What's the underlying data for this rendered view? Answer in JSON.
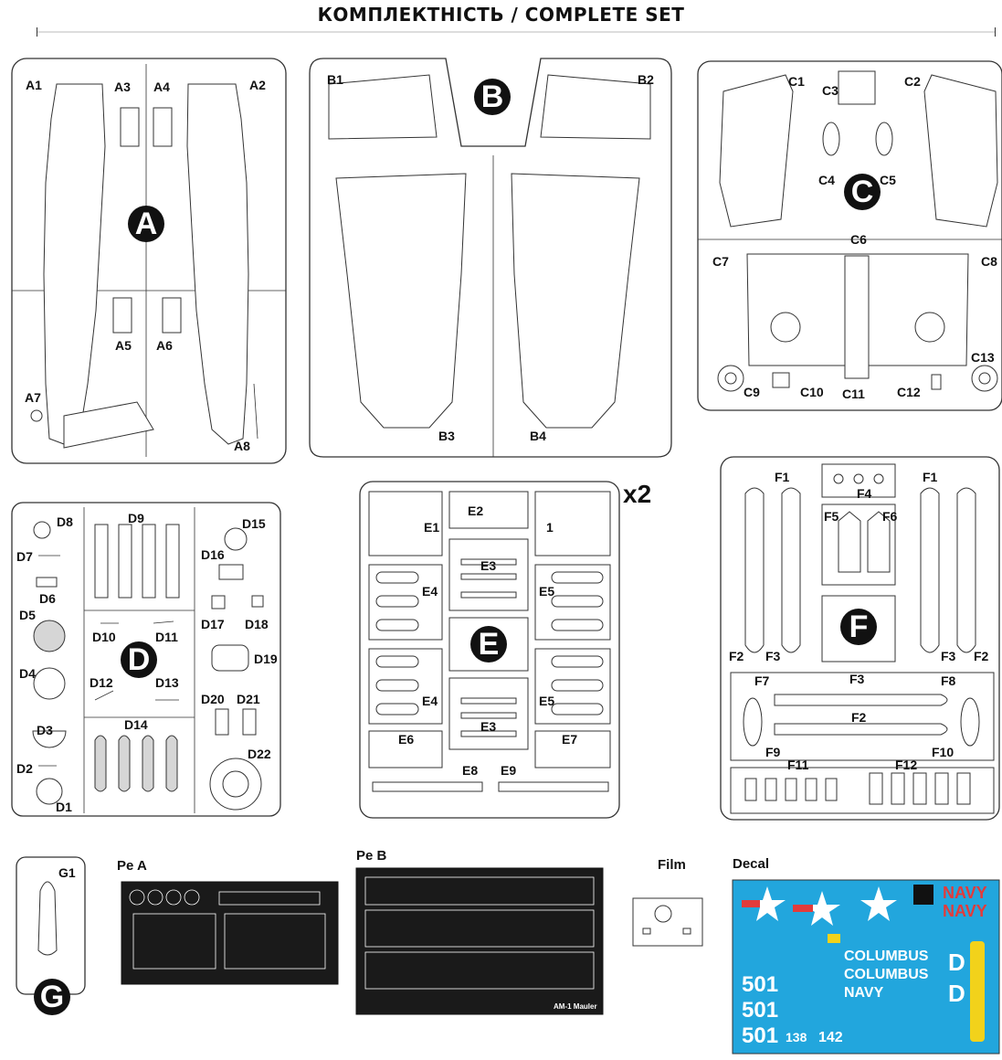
{
  "title": "КОМПЛЕКТНІСТЬ / COMPLETE SET",
  "sprues": {
    "A": {
      "letter": "A",
      "labels": [
        "A1",
        "A2",
        "A3",
        "A4",
        "A5",
        "A6",
        "A7",
        "A8"
      ]
    },
    "B": {
      "letter": "B",
      "labels": [
        "B1",
        "B2",
        "B3",
        "B4"
      ]
    },
    "C": {
      "letter": "C",
      "labels": [
        "C1",
        "C2",
        "C3",
        "C4",
        "C5",
        "C6",
        "C7",
        "C8",
        "C9",
        "C10",
        "C11",
        "C12",
        "C13"
      ]
    },
    "D": {
      "letter": "D",
      "labels": [
        "D1",
        "D2",
        "D3",
        "D4",
        "D5",
        "D6",
        "D7",
        "D8",
        "D9",
        "D10",
        "D11",
        "D12",
        "D13",
        "D14",
        "D15",
        "D16",
        "D17",
        "D18",
        "D19",
        "D20",
        "D21",
        "D22"
      ]
    },
    "E": {
      "letter": "E",
      "multiplier": "x2",
      "labels": [
        "E1",
        "E2",
        "1",
        "E3",
        "E4",
        "E5",
        "E4",
        "E3",
        "E5",
        "E6",
        "E7",
        "E8",
        "E9"
      ]
    },
    "F": {
      "letter": "F",
      "labels": [
        "F1",
        "F4",
        "F1",
        "F5",
        "F6",
        "F2",
        "F3",
        "F3",
        "F2",
        "F7",
        "F3",
        "F8",
        "F2",
        "F9",
        "F10",
        "F11",
        "F12"
      ]
    },
    "G": {
      "letter": "G",
      "labels": [
        "G1"
      ]
    }
  },
  "extras": {
    "pe_a": "Pe A",
    "pe_b": "Pe B",
    "film": "Film",
    "decal": "Decal",
    "pe_b_caption": "AM-1 Mauler"
  },
  "decal_text": {
    "navy1": "NAVY",
    "navy2": "NAVY",
    "columbus1": "COLUMBUS",
    "columbus2": "COLUMBUS",
    "navy3": "NAVY",
    "n501a": "501",
    "n501b": "501",
    "n501c": "501",
    "n142": "142",
    "n138": "138",
    "d1": "D",
    "d2": "D"
  },
  "colors": {
    "decal_bg": "#22a6dd",
    "decal_red": "#e23b3b",
    "decal_yellow": "#f2d21b"
  }
}
